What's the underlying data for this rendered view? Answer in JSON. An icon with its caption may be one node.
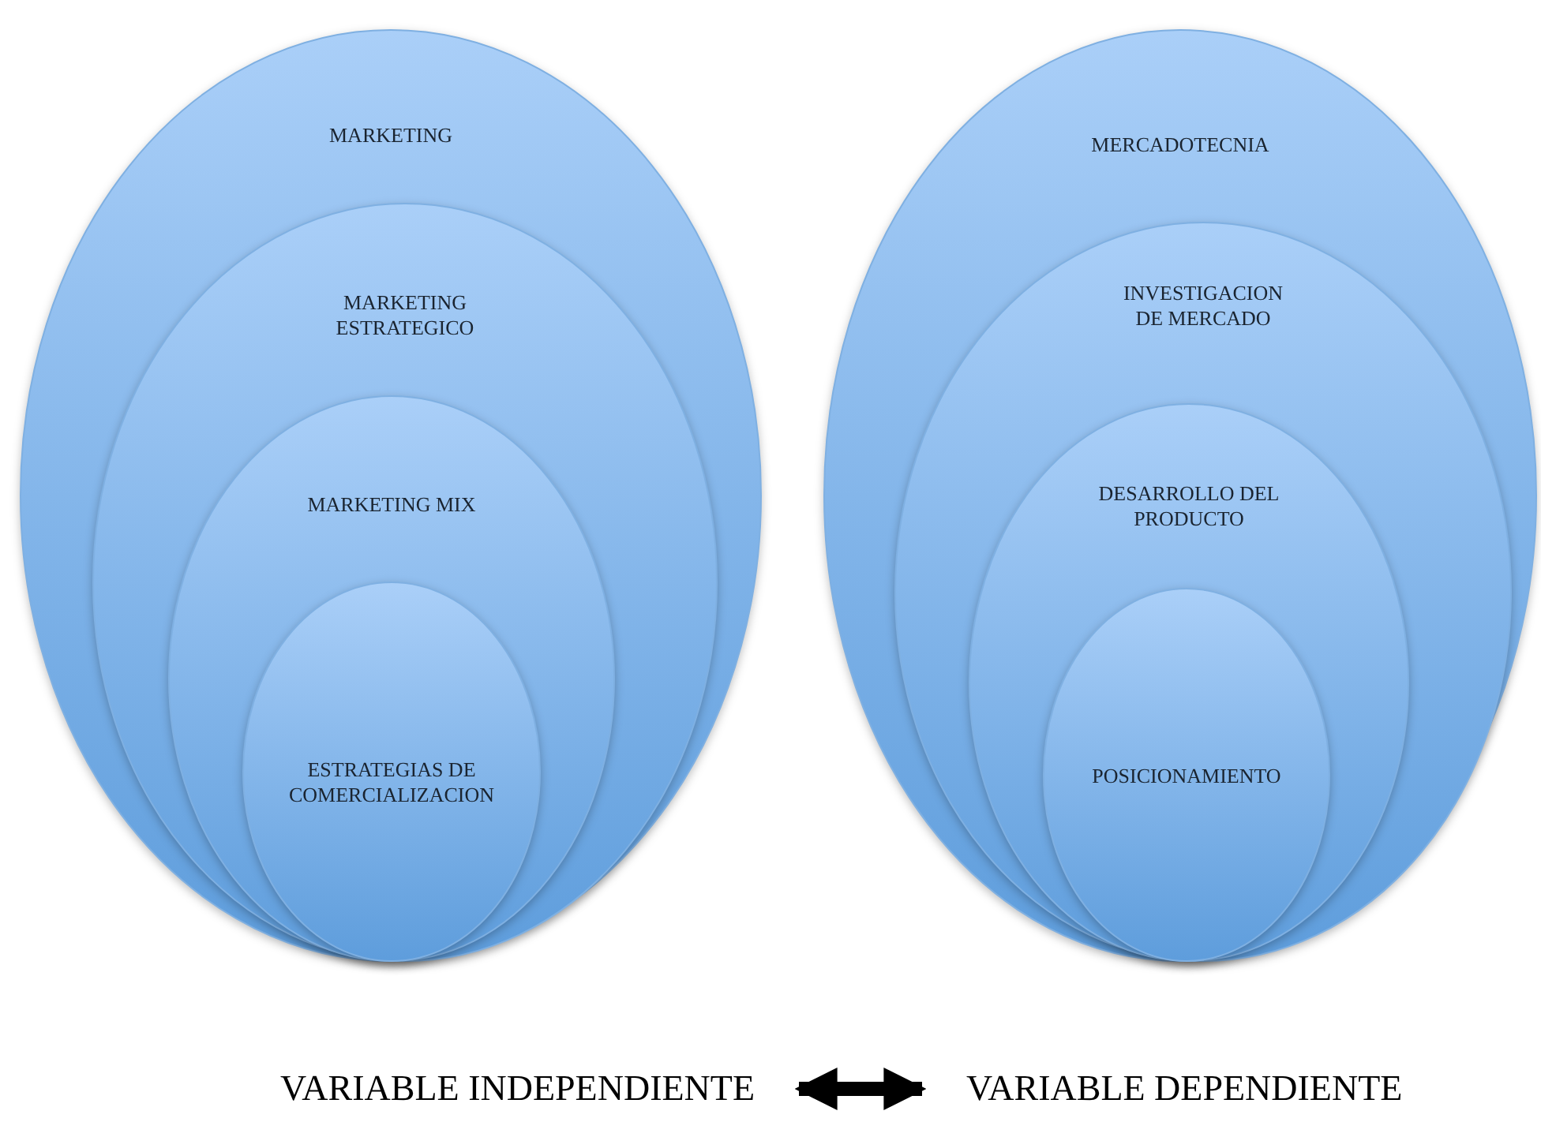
{
  "diagram": {
    "nodes": [
      {
        "text": [
          "MARKETING"
        ]
      },
      {
        "text": [
          "MARKETING ESTRATEGICO"
        ],
        "in": 0
      },
      {
        "text": [
          "MARKETING MIX"
        ],
        "in": 1
      },
      {
        "text": [
          "ESTRATEGIAS DE COMERCIALIZACION"
        ],
        "in": 2
      },
      {
        "text": [
          "MERCADOTECNIA"
        ]
      },
      {
        "text": [
          "INVESTIGACION DE MERCADO"
        ],
        "in": 4
      },
      {
        "text": [
          "DESARROLLO DEL PRODUCTO"
        ],
        "in": 5
      },
      {
        "text": [
          "POSICIONAMIENTO"
        ],
        "in": 6
      },
      {
        "text": [
          "VARIABLE INDEPENDIENTE"
        ]
      },
      {
        "text": [
          "VARIABLE DEPENDIENTE"
        ]
      }
    ],
    "edges": [
      {
        "from": 8,
        "to": 9,
        "arrow": "both"
      }
    ]
  }
}
